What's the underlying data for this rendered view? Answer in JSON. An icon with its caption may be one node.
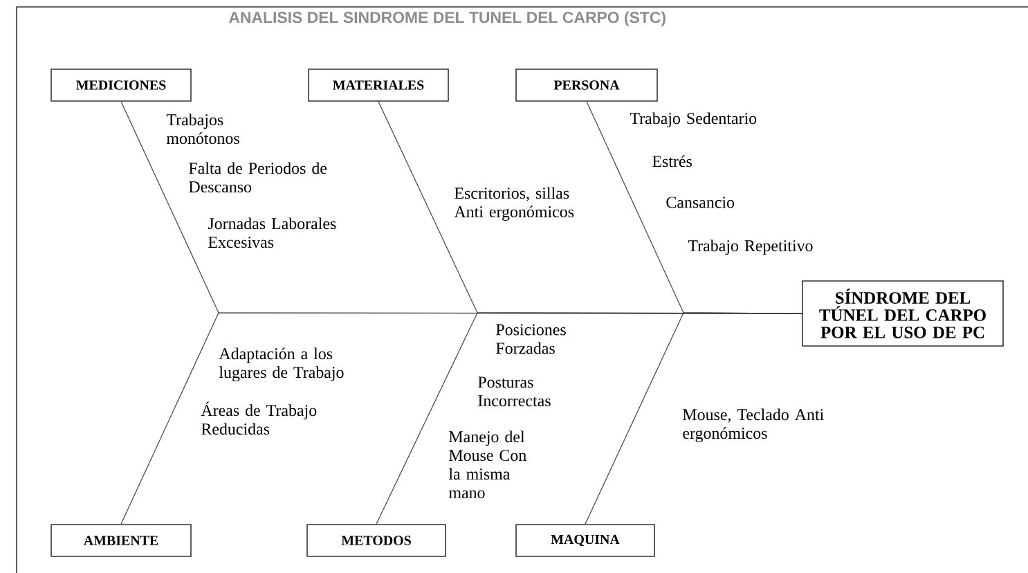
{
  "diagram": {
    "title": "ANALISIS DEL SINDROME DEL TUNEL DEL CARPO (STC)",
    "nodes": [
      {
        "text": [
          "MEDICIONES"
        ]
      },
      {
        "text": [
          "MATERIALES"
        ]
      },
      {
        "text": [
          "PERSONA"
        ]
      },
      {
        "text": [
          "SÍNDROME DEL TÚNEL DEL CARPO POR EL USO DE PC"
        ]
      },
      {
        "text": [
          "AMBIENTE"
        ]
      },
      {
        "text": [
          "METODOS"
        ]
      },
      {
        "text": [
          "MAQUINA"
        ]
      }
    ],
    "edges": [
      {
        "from": 0,
        "to": 3,
        "arrow": "none"
      },
      {
        "from": 1,
        "to": 3,
        "arrow": "none"
      },
      {
        "from": 2,
        "to": 3,
        "arrow": "none"
      },
      {
        "from": 4,
        "to": 3,
        "arrow": "none"
      },
      {
        "from": 5,
        "to": 3,
        "arrow": "none"
      },
      {
        "from": 6,
        "to": 3,
        "arrow": "none"
      }
    ],
    "labels": [
      "Trabajos monótonos",
      "Trabajo Sedentario",
      "Estrés",
      "Falta de Periodos de Descanso",
      "Escritorios, sillas Anti ergonómicos",
      "Cansancio",
      "Jornadas Laborales Excesivas",
      "Trabajo Repetitivo",
      "Posiciones Forzadas",
      "Adaptación a los lugares de Trabajo",
      "Posturas Incorrectas",
      "Áreas de Trabajo Reducidas",
      "Mouse, Teclado Anti ergonómicos",
      "Manejo del Mouse Con la misma mano"
    ]
  }
}
